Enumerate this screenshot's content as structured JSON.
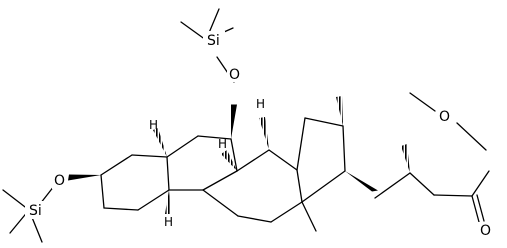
{
  "labels": {
    "o_c7": "O",
    "si_top": "Si",
    "o_c3": "O",
    "si_bottom": "Si",
    "h_c5": "H",
    "h_c8": "H",
    "h_c9": "H",
    "h_c14": "H",
    "o_ester_single": "O",
    "o_ester_double": "O"
  }
}
